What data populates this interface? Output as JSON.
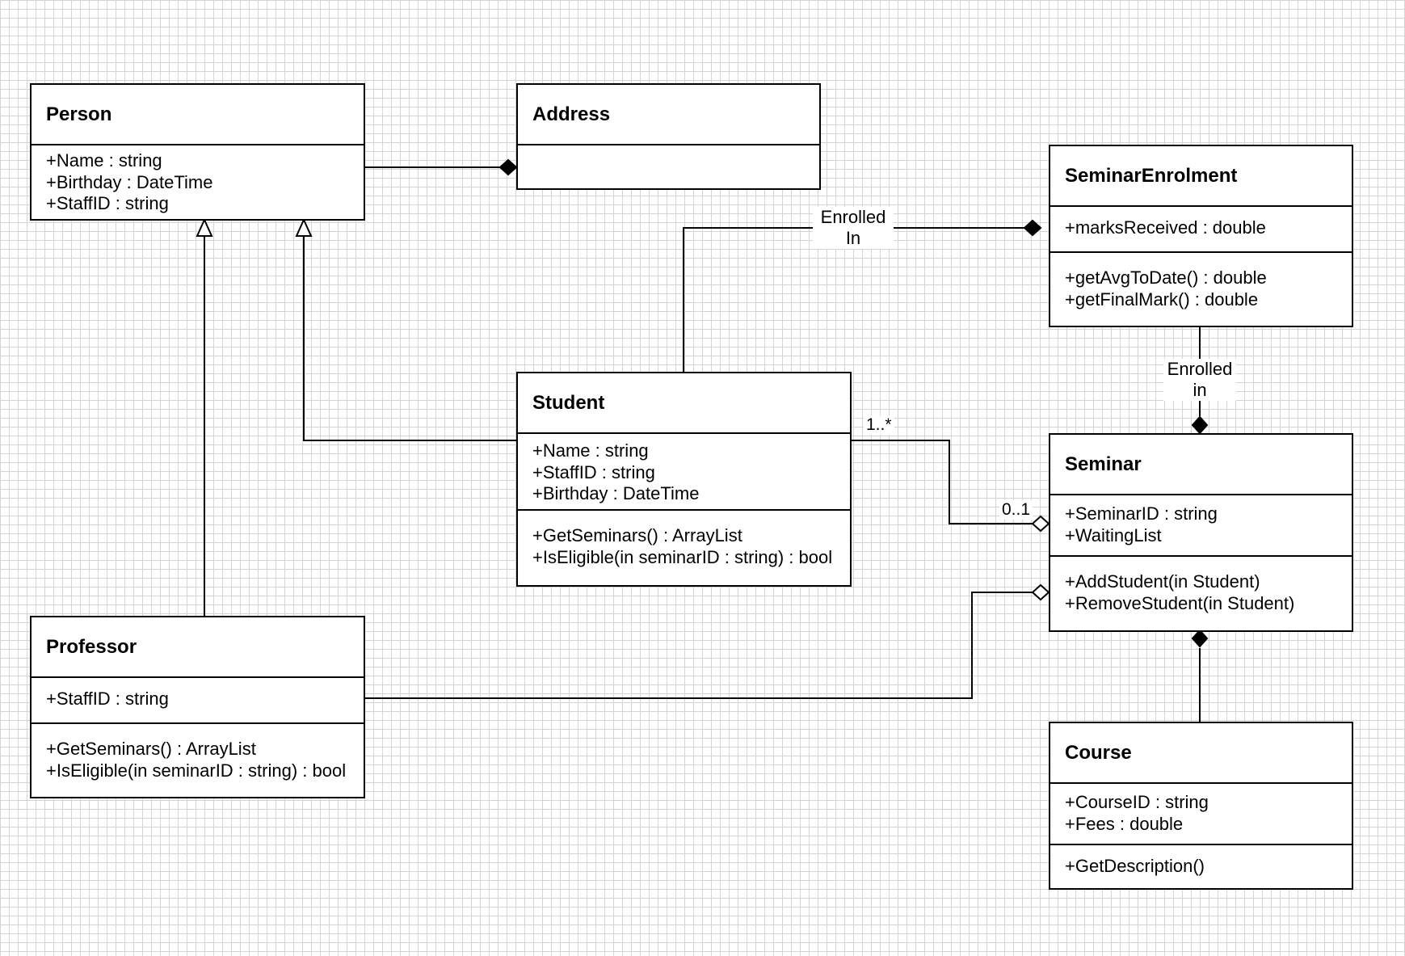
{
  "classes": {
    "person": {
      "name": "Person",
      "attributes": [
        "+Name : string",
        "+Birthday : DateTime",
        "+StaffID : string"
      ]
    },
    "address": {
      "name": "Address",
      "attributes": []
    },
    "seminar_enrolment": {
      "name": "SeminarEnrolment",
      "attributes": [
        "+marksReceived : double"
      ],
      "operations": [
        "+getAvgToDate() : double",
        "+getFinalMark() : double"
      ]
    },
    "student": {
      "name": "Student",
      "attributes": [
        "+Name : string",
        "+StaffID : string",
        "+Birthday : DateTime"
      ],
      "operations": [
        "+GetSeminars() : ArrayList",
        "+IsEligible(in seminarID : string) : bool"
      ]
    },
    "seminar": {
      "name": "Seminar",
      "attributes": [
        "+SeminarID : string",
        "+WaitingList"
      ],
      "operations": [
        "+AddStudent(in Student)",
        "+RemoveStudent(in Student)"
      ]
    },
    "professor": {
      "name": "Professor",
      "attributes": [
        "+StaffID : string"
      ],
      "operations": [
        "+GetSeminars() : ArrayList",
        "+IsEligible(in seminarID : string) : bool"
      ]
    },
    "course": {
      "name": "Course",
      "attributes": [
        "+CourseID : string",
        "+Fees : double"
      ],
      "operations": [
        "+GetDescription()"
      ]
    }
  },
  "associations": {
    "student_enrolment": {
      "label_line1": "Enrolled",
      "label_line2": "In"
    },
    "enrolment_seminar": {
      "label_line1": "Enrolled",
      "label_line2": "in"
    },
    "student_seminar": {
      "student_end": "1..*",
      "seminar_end": "0..1"
    }
  },
  "colors": {
    "line": "#000000",
    "grid": "#d4d4d4",
    "background": "#ffffff"
  }
}
